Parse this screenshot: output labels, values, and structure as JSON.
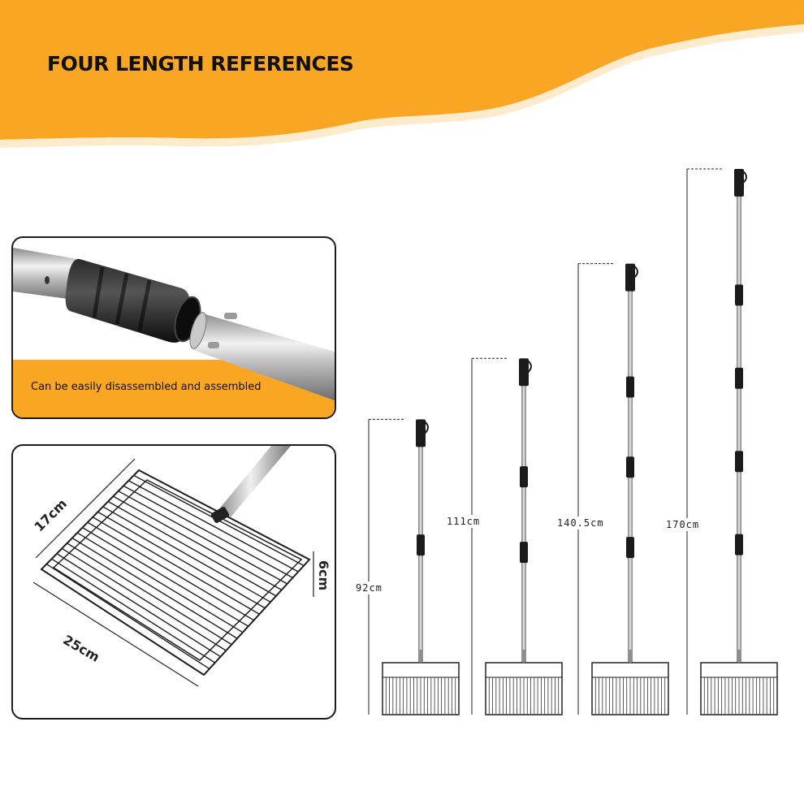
{
  "header": {
    "title": "FOUR LENGTH REFERENCES",
    "colors": {
      "accent": "#F8A623",
      "text": "#111111"
    }
  },
  "panel_joint": {
    "caption": "Can be easily disassembled and assembled",
    "icon": "pole-connector"
  },
  "panel_basket": {
    "icon": "wire-basket",
    "dimensions": {
      "depth": "17cm",
      "height": "6cm",
      "width": "25cm"
    }
  },
  "lengths": [
    {
      "label": "92cm",
      "value_cm": 92
    },
    {
      "label": "111cm",
      "value_cm": 111
    },
    {
      "label": "140.5cm",
      "value_cm": 140.5
    },
    {
      "label": "170cm",
      "value_cm": 170
    }
  ]
}
